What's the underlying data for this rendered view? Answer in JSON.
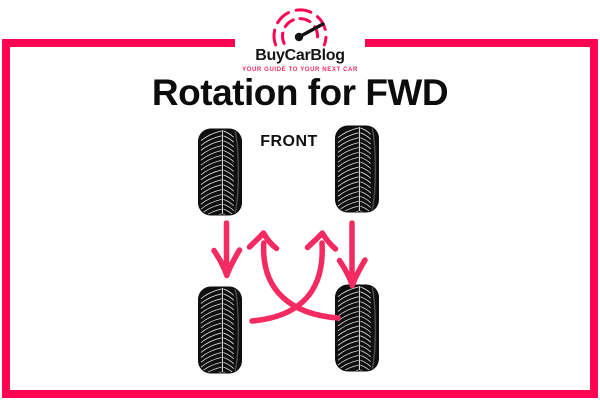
{
  "logo": {
    "name": "BuyCarBlog",
    "tagline": "YOUR GUIDE TO YOUR NEXT CAR",
    "icon": "speedometer-icon"
  },
  "title": "Rotation for FWD",
  "diagram": {
    "front_label": "FRONT",
    "tires": [
      {
        "position": "front-left"
      },
      {
        "position": "front-right"
      },
      {
        "position": "rear-left"
      },
      {
        "position": "rear-right"
      }
    ],
    "arrows": [
      {
        "from": "front-left",
        "to": "rear-left",
        "style": "straight-down"
      },
      {
        "from": "front-right",
        "to": "rear-right",
        "style": "straight-down"
      },
      {
        "from": "rear-left",
        "to": "front-right",
        "style": "crossed-up"
      },
      {
        "from": "rear-right",
        "to": "front-left",
        "style": "crossed-up"
      }
    ]
  },
  "colors": {
    "frame": "#fe0351",
    "arrow": "#f42a60",
    "tire": "#0e0e0e",
    "background": "#ffffff"
  }
}
